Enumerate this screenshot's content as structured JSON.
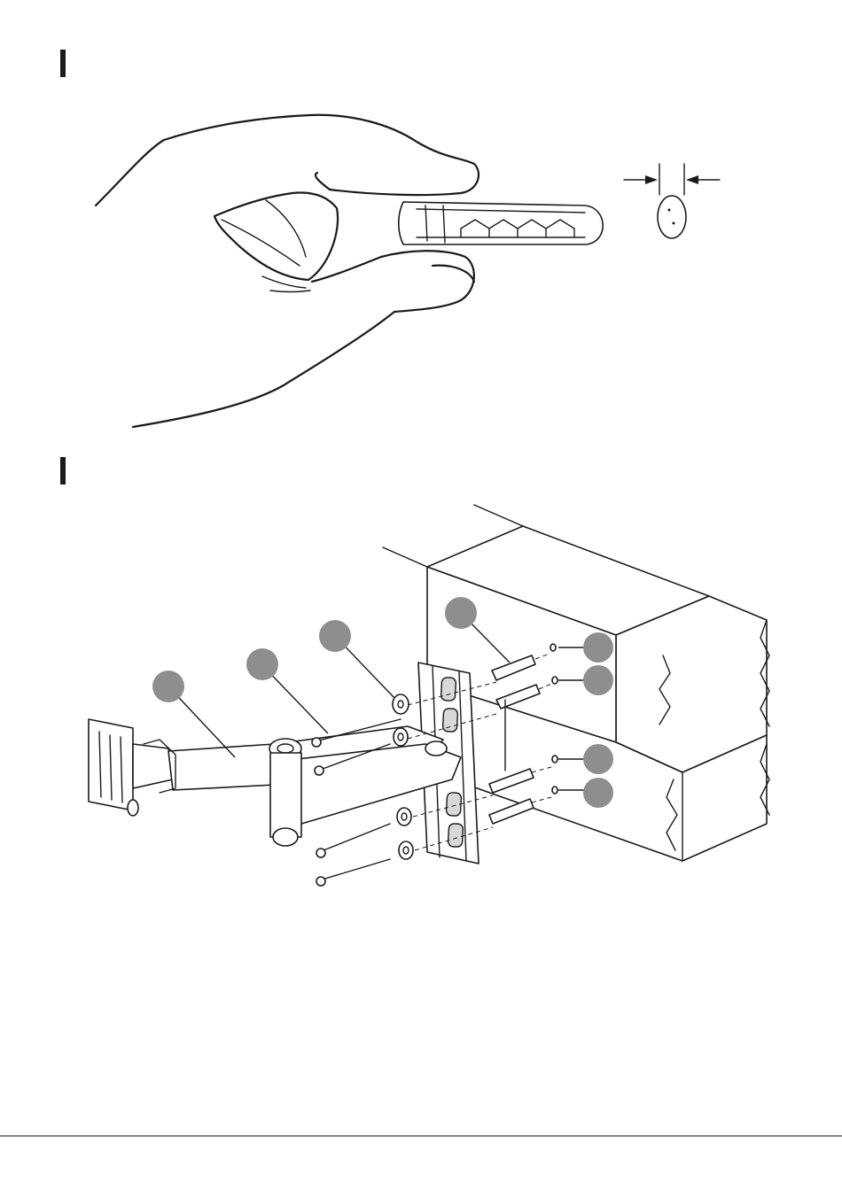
{
  "page": {
    "steps": [
      {
        "id": "step-1",
        "marker_icon": "step-bar-icon",
        "figure": "anchor-insertion-diagram"
      },
      {
        "id": "step-2",
        "marker_icon": "step-bar-icon",
        "figure": "wall-bracket-mounting-diagram"
      }
    ],
    "callouts": [
      {
        "name": "callout-arm-assembly",
        "color": "#8e8e8e"
      },
      {
        "name": "callout-lag-screws",
        "color": "#8e8e8e"
      },
      {
        "name": "callout-washers",
        "color": "#8e8e8e"
      },
      {
        "name": "callout-wall-anchors",
        "color": "#8e8e8e"
      },
      {
        "name": "callout-hole-1",
        "color": "#8e8e8e"
      },
      {
        "name": "callout-hole-2",
        "color": "#8e8e8e"
      },
      {
        "name": "callout-hole-3",
        "color": "#8e8e8e"
      },
      {
        "name": "callout-hole-4",
        "color": "#8e8e8e"
      }
    ],
    "colors": {
      "ink": "#1a1a1a",
      "callout": "#8e8e8e",
      "background": "#ffffff"
    }
  }
}
